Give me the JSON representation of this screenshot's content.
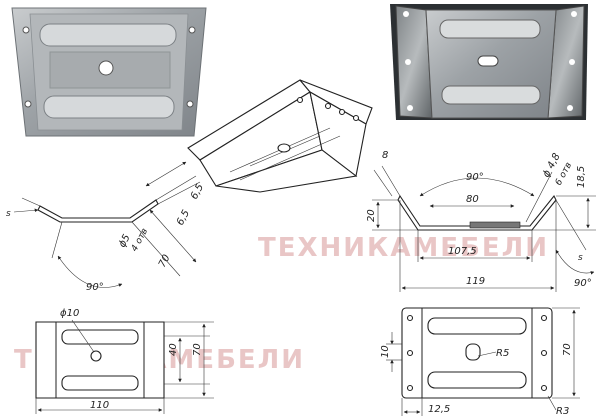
{
  "watermark": {
    "text": "ТЕХНИКАМЕБЕЛИ"
  },
  "views": {
    "photo_left": {
      "icon": "bracket-photo"
    },
    "photo_right": {
      "icon": "bracket-photo"
    },
    "iso_drawing": {
      "icon": "bracket-isometric"
    }
  },
  "left_side_view": {
    "s_label": "s",
    "dim_65": "6,5",
    "dim_65b": "6,5",
    "hole_label": "ϕ5",
    "hole_count": "4 отв",
    "dim_70": "70",
    "angle": "90°"
  },
  "left_top_view": {
    "hole_label": "ϕ10",
    "dim_40": "40",
    "dim_70": "70",
    "dim_110": "110"
  },
  "right_side_view": {
    "dim_8": "8",
    "angle_top": "90°",
    "hole_label": "ϕ 4,8",
    "hole_count": "6 отв",
    "dim_185": "18,5",
    "dim_20": "20",
    "dim_80": "80",
    "dim_1075": "107,5",
    "dim_119": "119",
    "s_label": "s",
    "angle_bottom": "90°"
  },
  "right_top_view": {
    "dim_10": "10",
    "radius_5": "R5",
    "dim_70": "70",
    "dim_125": "12,5",
    "radius_3": "R3"
  }
}
